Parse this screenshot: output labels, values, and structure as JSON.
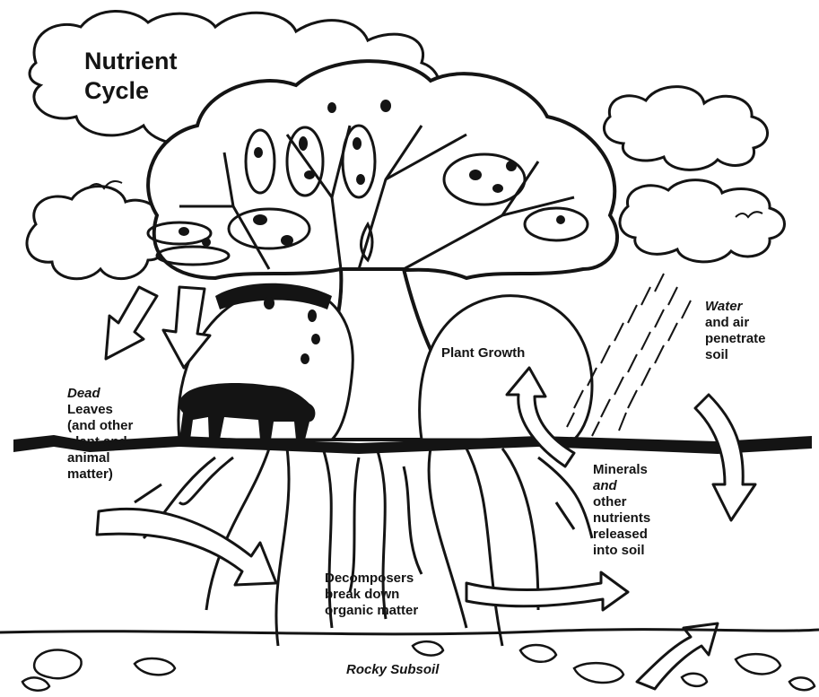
{
  "title": [
    "Nutrient",
    "Cycle"
  ],
  "labels": {
    "plant_growth": "Plant Growth",
    "water_air": [
      "Water",
      "and air",
      "penetrate",
      "soil"
    ],
    "dead_leaves": [
      "Dead",
      "Leaves",
      "(and other",
      "plant and",
      "animal",
      "matter)"
    ],
    "minerals": [
      "Minerals",
      "and",
      "other",
      "nutrients",
      "released",
      "into soil"
    ],
    "decomposers": [
      "Decomposers",
      "break down",
      "organic matter"
    ],
    "subsoil": "Rocky Subsoil"
  },
  "colors": {
    "ink": "#141414",
    "paper": "#ffffff"
  }
}
